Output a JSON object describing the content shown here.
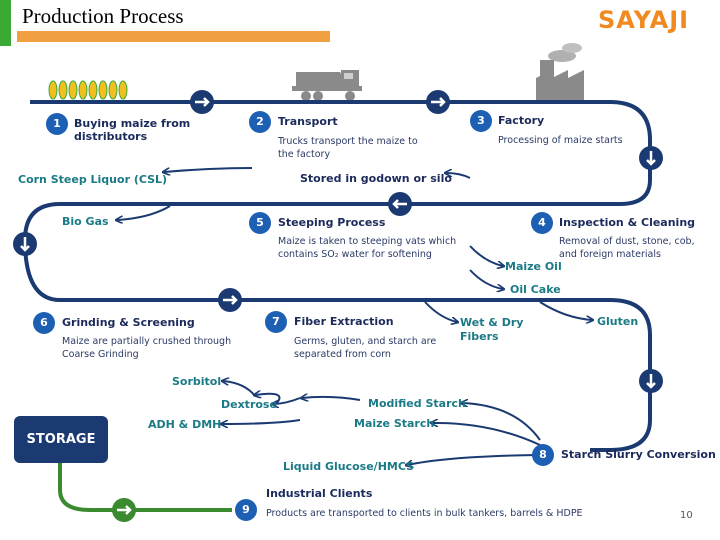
{
  "slide_title": "Production Process",
  "logo_text": "SAYAJI",
  "colors": {
    "flow_line": "#1b3a72",
    "accent_orange": "#f0a040",
    "accent_green": "#3aaa35",
    "step_number": "#1d5fb3",
    "side_text": "#1a7a86",
    "storage_line": "#3a8a30"
  },
  "steps": [
    {
      "number": "1",
      "title": "Buying maize from distributors",
      "description": ""
    },
    {
      "number": "2",
      "title": "Transport",
      "description": "Trucks transport the maize to the factory"
    },
    {
      "number": "3",
      "title": "Factory",
      "description": "Processing of maize starts"
    },
    {
      "number": "4",
      "title": "Inspection & Cleaning",
      "description": "Removal of dust, stone, cob, and foreign materials"
    },
    {
      "number": "5",
      "title": "Steeping Process",
      "description": "Maize is taken to steeping vats which contains SO₂ water for softening"
    },
    {
      "number": "6",
      "title": "Grinding & Screening",
      "description": "Maize are partially crushed through Coarse Grinding"
    },
    {
      "number": "7",
      "title": "Fiber Extraction",
      "description": "Germs, gluten, and starch are separated from corn"
    },
    {
      "number": "8",
      "title": "Starch Slurry Conversion",
      "description": ""
    },
    {
      "number": "9",
      "title": "Industrial Clients",
      "description": "Products are transported to clients in bulk tankers, barrels & HDPE"
    }
  ],
  "side_products": {
    "csl": "Corn Steep Liquor (CSL)",
    "stored": "Stored in godown or silo",
    "bio_gas": "Bio Gas",
    "maize_oil": "Maize Oil",
    "oil_cake": "Oil Cake",
    "wet_dry_fibers": "Wet & Dry Fibers",
    "gluten": "Gluten",
    "sorbitol": "Sorbitol",
    "dextrose": "Dextrose",
    "adh_dmh": "ADH & DMH",
    "modified_starch": "Modified Starch",
    "maize_starch": "Maize Starch",
    "liquid_glucose": "Liquid Glucose/HMCS"
  },
  "storage_label": "STORAGE",
  "page_number": "10"
}
